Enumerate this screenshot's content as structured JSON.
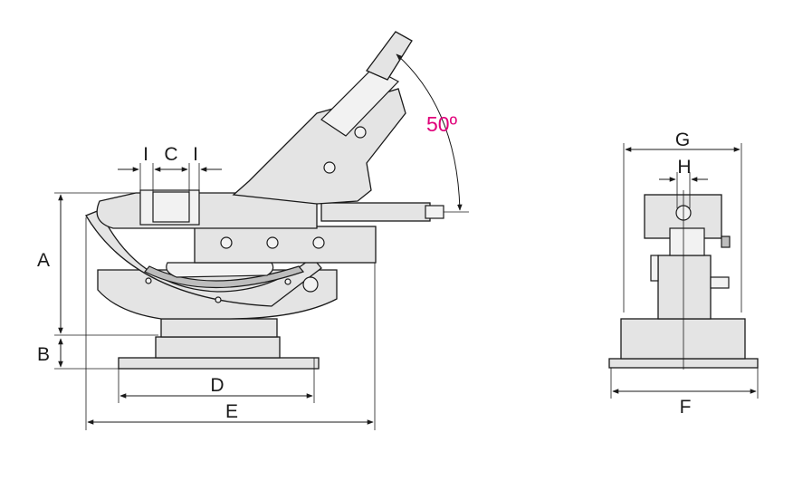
{
  "labels": {
    "A": "A",
    "B": "B",
    "C": "C",
    "D": "D",
    "E": "E",
    "F": "F",
    "G": "G",
    "H": "H",
    "I_left": "I",
    "I_right": "I"
  },
  "angle": {
    "text": "50º",
    "color": "#e0007a"
  },
  "colors": {
    "body": "#e4e4e4",
    "line": "#1a1a1a"
  }
}
